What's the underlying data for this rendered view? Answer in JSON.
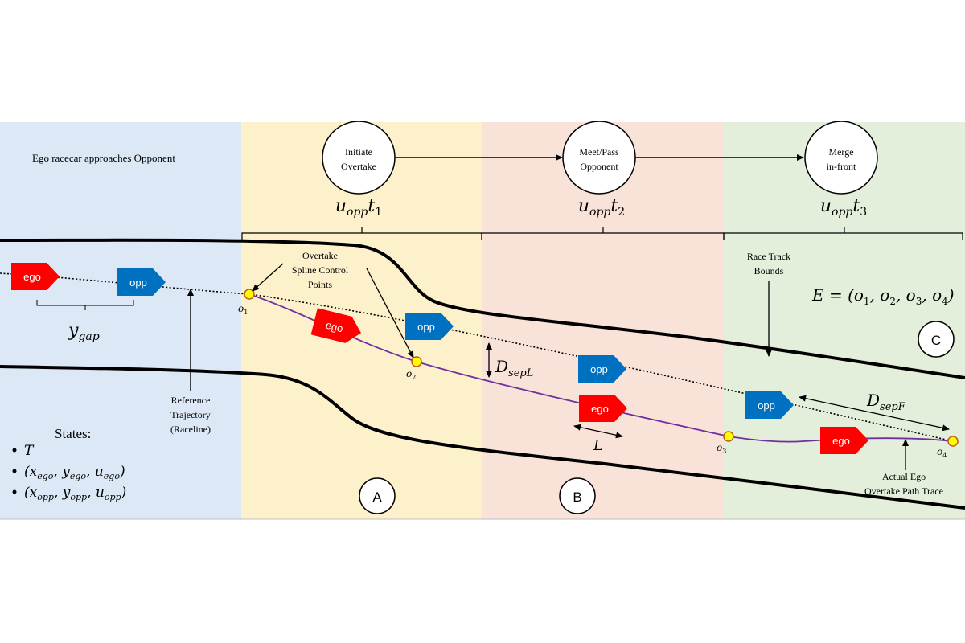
{
  "colors": {
    "zone_approach": "#dce8f6",
    "zone_a": "#fdf1cc",
    "zone_b": "#f9e2d8",
    "zone_c": "#e3efda",
    "ego": "#ff0000",
    "opp": "#0070c0",
    "path": "#7030a0",
    "control_point": "#ffff00",
    "control_point_border": "#c55a11"
  },
  "header": {
    "approach_text": "Ego racecar approaches Opponent"
  },
  "phases": [
    {
      "line1": "Initiate",
      "line2": "Overtake",
      "param_base": "u",
      "param_sub": "opp",
      "param_var": "t",
      "param_var_sub": "1"
    },
    {
      "line1": "Meet/Pass",
      "line2": "Opponent",
      "param_base": "u",
      "param_sub": "opp",
      "param_var": "t",
      "param_var_sub": "2"
    },
    {
      "line1": "Merge",
      "line2": "in-front",
      "param_base": "u",
      "param_sub": "opp",
      "param_var": "t",
      "param_var_sub": "3"
    }
  ],
  "zone_labels": [
    "A",
    "B",
    "C"
  ],
  "cars": {
    "ego_label": "ego",
    "opp_label": "opp"
  },
  "annotations": {
    "spline_points": [
      "Overtake",
      "Spline Control",
      "Points"
    ],
    "track_bounds": [
      "Race Track",
      "Bounds"
    ],
    "reference": [
      "Reference",
      "Trajectory",
      "(Raceline)"
    ],
    "path_trace": [
      "Actual Ego",
      "Overtake Path Trace"
    ]
  },
  "math": {
    "ygap_base": "y",
    "ygap_sub": "gap",
    "dsepL_base": "D",
    "dsepL_sub": "sepL",
    "dsepF_base": "D",
    "dsepF_sub": "sepF",
    "L": "L",
    "E_set": "E = (o",
    "E_parts": [
      "1",
      ", o",
      "2",
      ", o",
      "3",
      ", o",
      "4",
      ")"
    ],
    "control_points": [
      {
        "base": "o",
        "sub": "1"
      },
      {
        "base": "o",
        "sub": "2"
      },
      {
        "base": "o",
        "sub": "3"
      },
      {
        "base": "o",
        "sub": "4"
      }
    ]
  },
  "states": {
    "title": "States:",
    "bullets": [
      {
        "text": "T"
      },
      {
        "parts": [
          [
            "(x",
            ""
          ],
          [
            "ego",
            "sub"
          ],
          [
            ", y",
            ""
          ],
          [
            "ego",
            "sub"
          ],
          [
            ", u",
            ""
          ],
          [
            "ego",
            "sub"
          ],
          [
            ")",
            ""
          ]
        ]
      },
      {
        "parts": [
          [
            "(x",
            ""
          ],
          [
            "opp",
            "sub"
          ],
          [
            ", y",
            ""
          ],
          [
            "opp",
            "sub"
          ],
          [
            ", u",
            ""
          ],
          [
            "opp",
            "sub"
          ],
          [
            ")",
            ""
          ]
        ]
      }
    ]
  }
}
